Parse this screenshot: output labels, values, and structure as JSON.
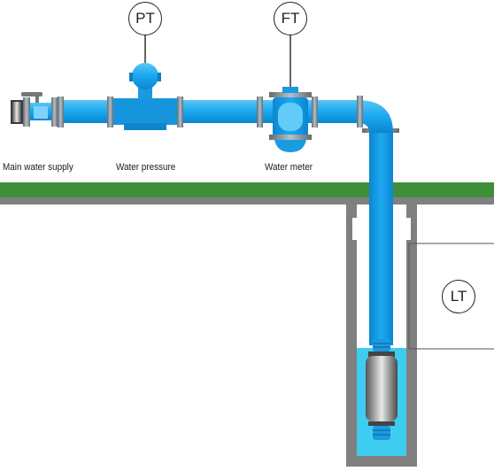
{
  "instruments": {
    "pressure": "PT",
    "flow": "FT",
    "level": "LT"
  },
  "labels": {
    "supply": "Main water supply",
    "pressure": "Water pressure",
    "meter": "Water meter"
  },
  "colors": {
    "pipe": "#1eaaf1",
    "pipe_dark": "#0b7fc4",
    "ground": "#3f8f3a",
    "earth": "#808080",
    "water": "#3ecdf0",
    "flange": "#6f7d87"
  }
}
